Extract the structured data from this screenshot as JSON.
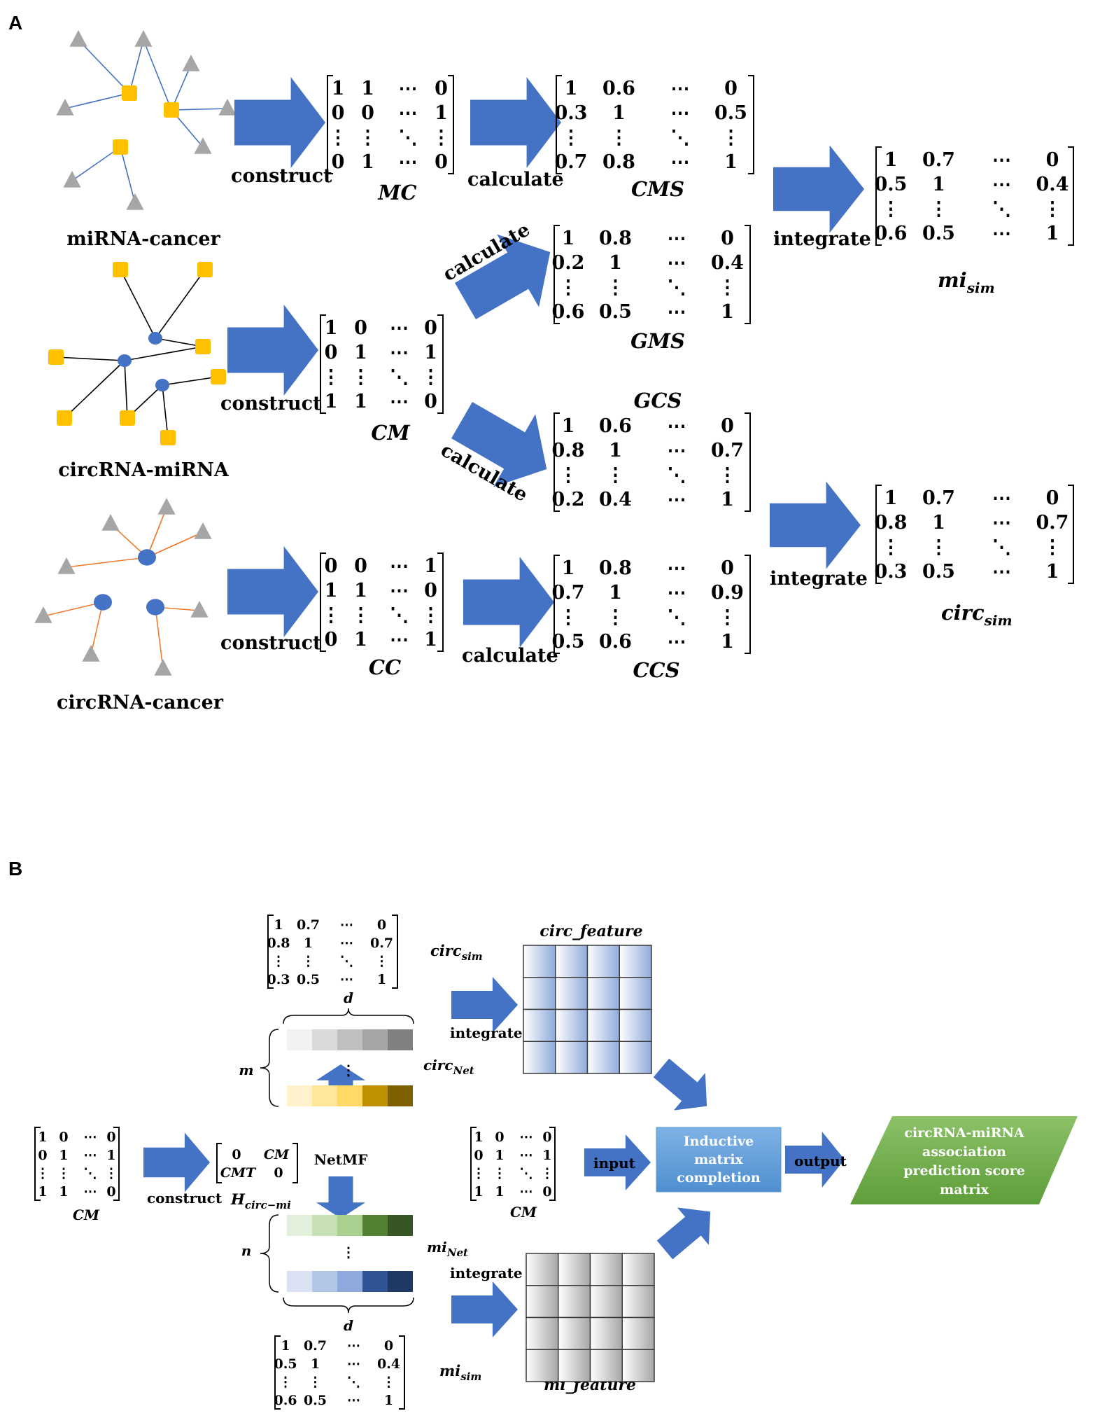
{
  "panels": {
    "a": "A",
    "b": "B"
  },
  "labels": {
    "construct": "construct",
    "calculate": "calculate",
    "integrate": "integrate",
    "input": "input",
    "output": "output",
    "netmf": "NetMF",
    "d": "d",
    "m": "m",
    "n": "n",
    "dots": "⋮"
  },
  "networks": {
    "mirna_cancer": "miRNA-cancer",
    "circrna_mirna": "circRNA-miRNA",
    "circrna_cancer": "circRNA-cancer"
  },
  "names": {
    "MC": "MC",
    "CM": "CM",
    "CC": "CC",
    "CMS": "CMS",
    "GMS": "GMS",
    "GCS": "GCS",
    "CCS": "CCS",
    "mi_sim_base": "mi",
    "circ_sim_base": "circ",
    "sim_sub": "sim",
    "circ_net_base": "circ",
    "mi_net_base": "mi",
    "net_sub": "Net",
    "H_base": "H",
    "H_sub": "circ−mi",
    "circ_feature": "circ_feature",
    "mi_feature": "mi_feature"
  },
  "matrices": {
    "MC": [
      [
        "1",
        "1",
        "⋯",
        "0"
      ],
      [
        "0",
        "0",
        "⋯",
        "1"
      ],
      [
        "⋮",
        "⋮",
        "⋱",
        "⋮"
      ],
      [
        "0",
        "1",
        "⋯",
        "0"
      ]
    ],
    "CM": [
      [
        "1",
        "0",
        "⋯",
        "0"
      ],
      [
        "0",
        "1",
        "⋯",
        "1"
      ],
      [
        "⋮",
        "⋮",
        "⋱",
        "⋮"
      ],
      [
        "1",
        "1",
        "⋯",
        "0"
      ]
    ],
    "CC": [
      [
        "0",
        "0",
        "⋯",
        "1"
      ],
      [
        "1",
        "1",
        "⋯",
        "0"
      ],
      [
        "⋮",
        "⋮",
        "⋱",
        "⋮"
      ],
      [
        "0",
        "1",
        "⋯",
        "1"
      ]
    ],
    "CMS": [
      [
        "1",
        "0.6",
        "⋯",
        "0"
      ],
      [
        "0.3",
        "1",
        "⋯",
        "0.5"
      ],
      [
        "⋮",
        "⋮",
        "⋱",
        "⋮"
      ],
      [
        "0.7",
        "0.8",
        "⋯",
        "1"
      ]
    ],
    "GMS": [
      [
        "1",
        "0.8",
        "⋯",
        "0"
      ],
      [
        "0.2",
        "1",
        "⋯",
        "0.4"
      ],
      [
        "⋮",
        "⋮",
        "⋱",
        "⋮"
      ],
      [
        "0.6",
        "0.5",
        "⋯",
        "1"
      ]
    ],
    "GCS": [
      [
        "1",
        "0.6",
        "⋯",
        "0"
      ],
      [
        "0.8",
        "1",
        "⋯",
        "0.7"
      ],
      [
        "⋮",
        "⋮",
        "⋱",
        "⋮"
      ],
      [
        "0.2",
        "0.4",
        "⋯",
        "1"
      ]
    ],
    "CCS": [
      [
        "1",
        "0.8",
        "⋯",
        "0"
      ],
      [
        "0.7",
        "1",
        "⋯",
        "0.9"
      ],
      [
        "⋮",
        "⋮",
        "⋱",
        "⋮"
      ],
      [
        "0.5",
        "0.6",
        "⋯",
        "1"
      ]
    ],
    "mi_sim": [
      [
        "1",
        "0.7",
        "⋯",
        "0"
      ],
      [
        "0.5",
        "1",
        "⋯",
        "0.4"
      ],
      [
        "⋮",
        "⋮",
        "⋱",
        "⋮"
      ],
      [
        "0.6",
        "0.5",
        "⋯",
        "1"
      ]
    ],
    "circ_sim": [
      [
        "1",
        "0.7",
        "⋯",
        "0"
      ],
      [
        "0.8",
        "1",
        "⋯",
        "0.7"
      ],
      [
        "⋮",
        "⋮",
        "⋱",
        "⋮"
      ],
      [
        "0.3",
        "0.5",
        "⋯",
        "1"
      ]
    ],
    "H": [
      [
        "0",
        "CM"
      ],
      [
        "CMT",
        "0"
      ]
    ]
  },
  "boxes": {
    "imc_line1": "Inductive",
    "imc_line2": "matrix",
    "imc_line3": "completion",
    "out_line1": "circRNA-miRNA",
    "out_line2": "association",
    "out_line3": "prediction score",
    "out_line4": "matrix"
  },
  "colors": {
    "arrow": "#4472C4",
    "mirna_node": "#FFC000",
    "circ_node": "#4472C4",
    "cancer_node": "#A6A6A6",
    "edge_blue": "#4472C4",
    "edge_orange": "#ED7D31",
    "edge_black": "#000000",
    "imc_box": "#5B9BD5",
    "output_box": "#70AD47",
    "circ_net_strip": [
      "#F2F2F2",
      "#D9D9D9",
      "#BFBFBF",
      "#A6A6A6",
      "#808080"
    ],
    "circ_net_strip2": [
      "#FFF2CC",
      "#FFE699",
      "#FFD966",
      "#BF9000",
      "#7F6000"
    ],
    "mi_net_strip": [
      "#E2EFDA",
      "#C6E0B4",
      "#A9D08E",
      "#548235",
      "#375623"
    ],
    "mi_net_strip2": [
      "#D9E1F2",
      "#B4C6E7",
      "#8EA9DB",
      "#2F5597",
      "#203864"
    ]
  }
}
